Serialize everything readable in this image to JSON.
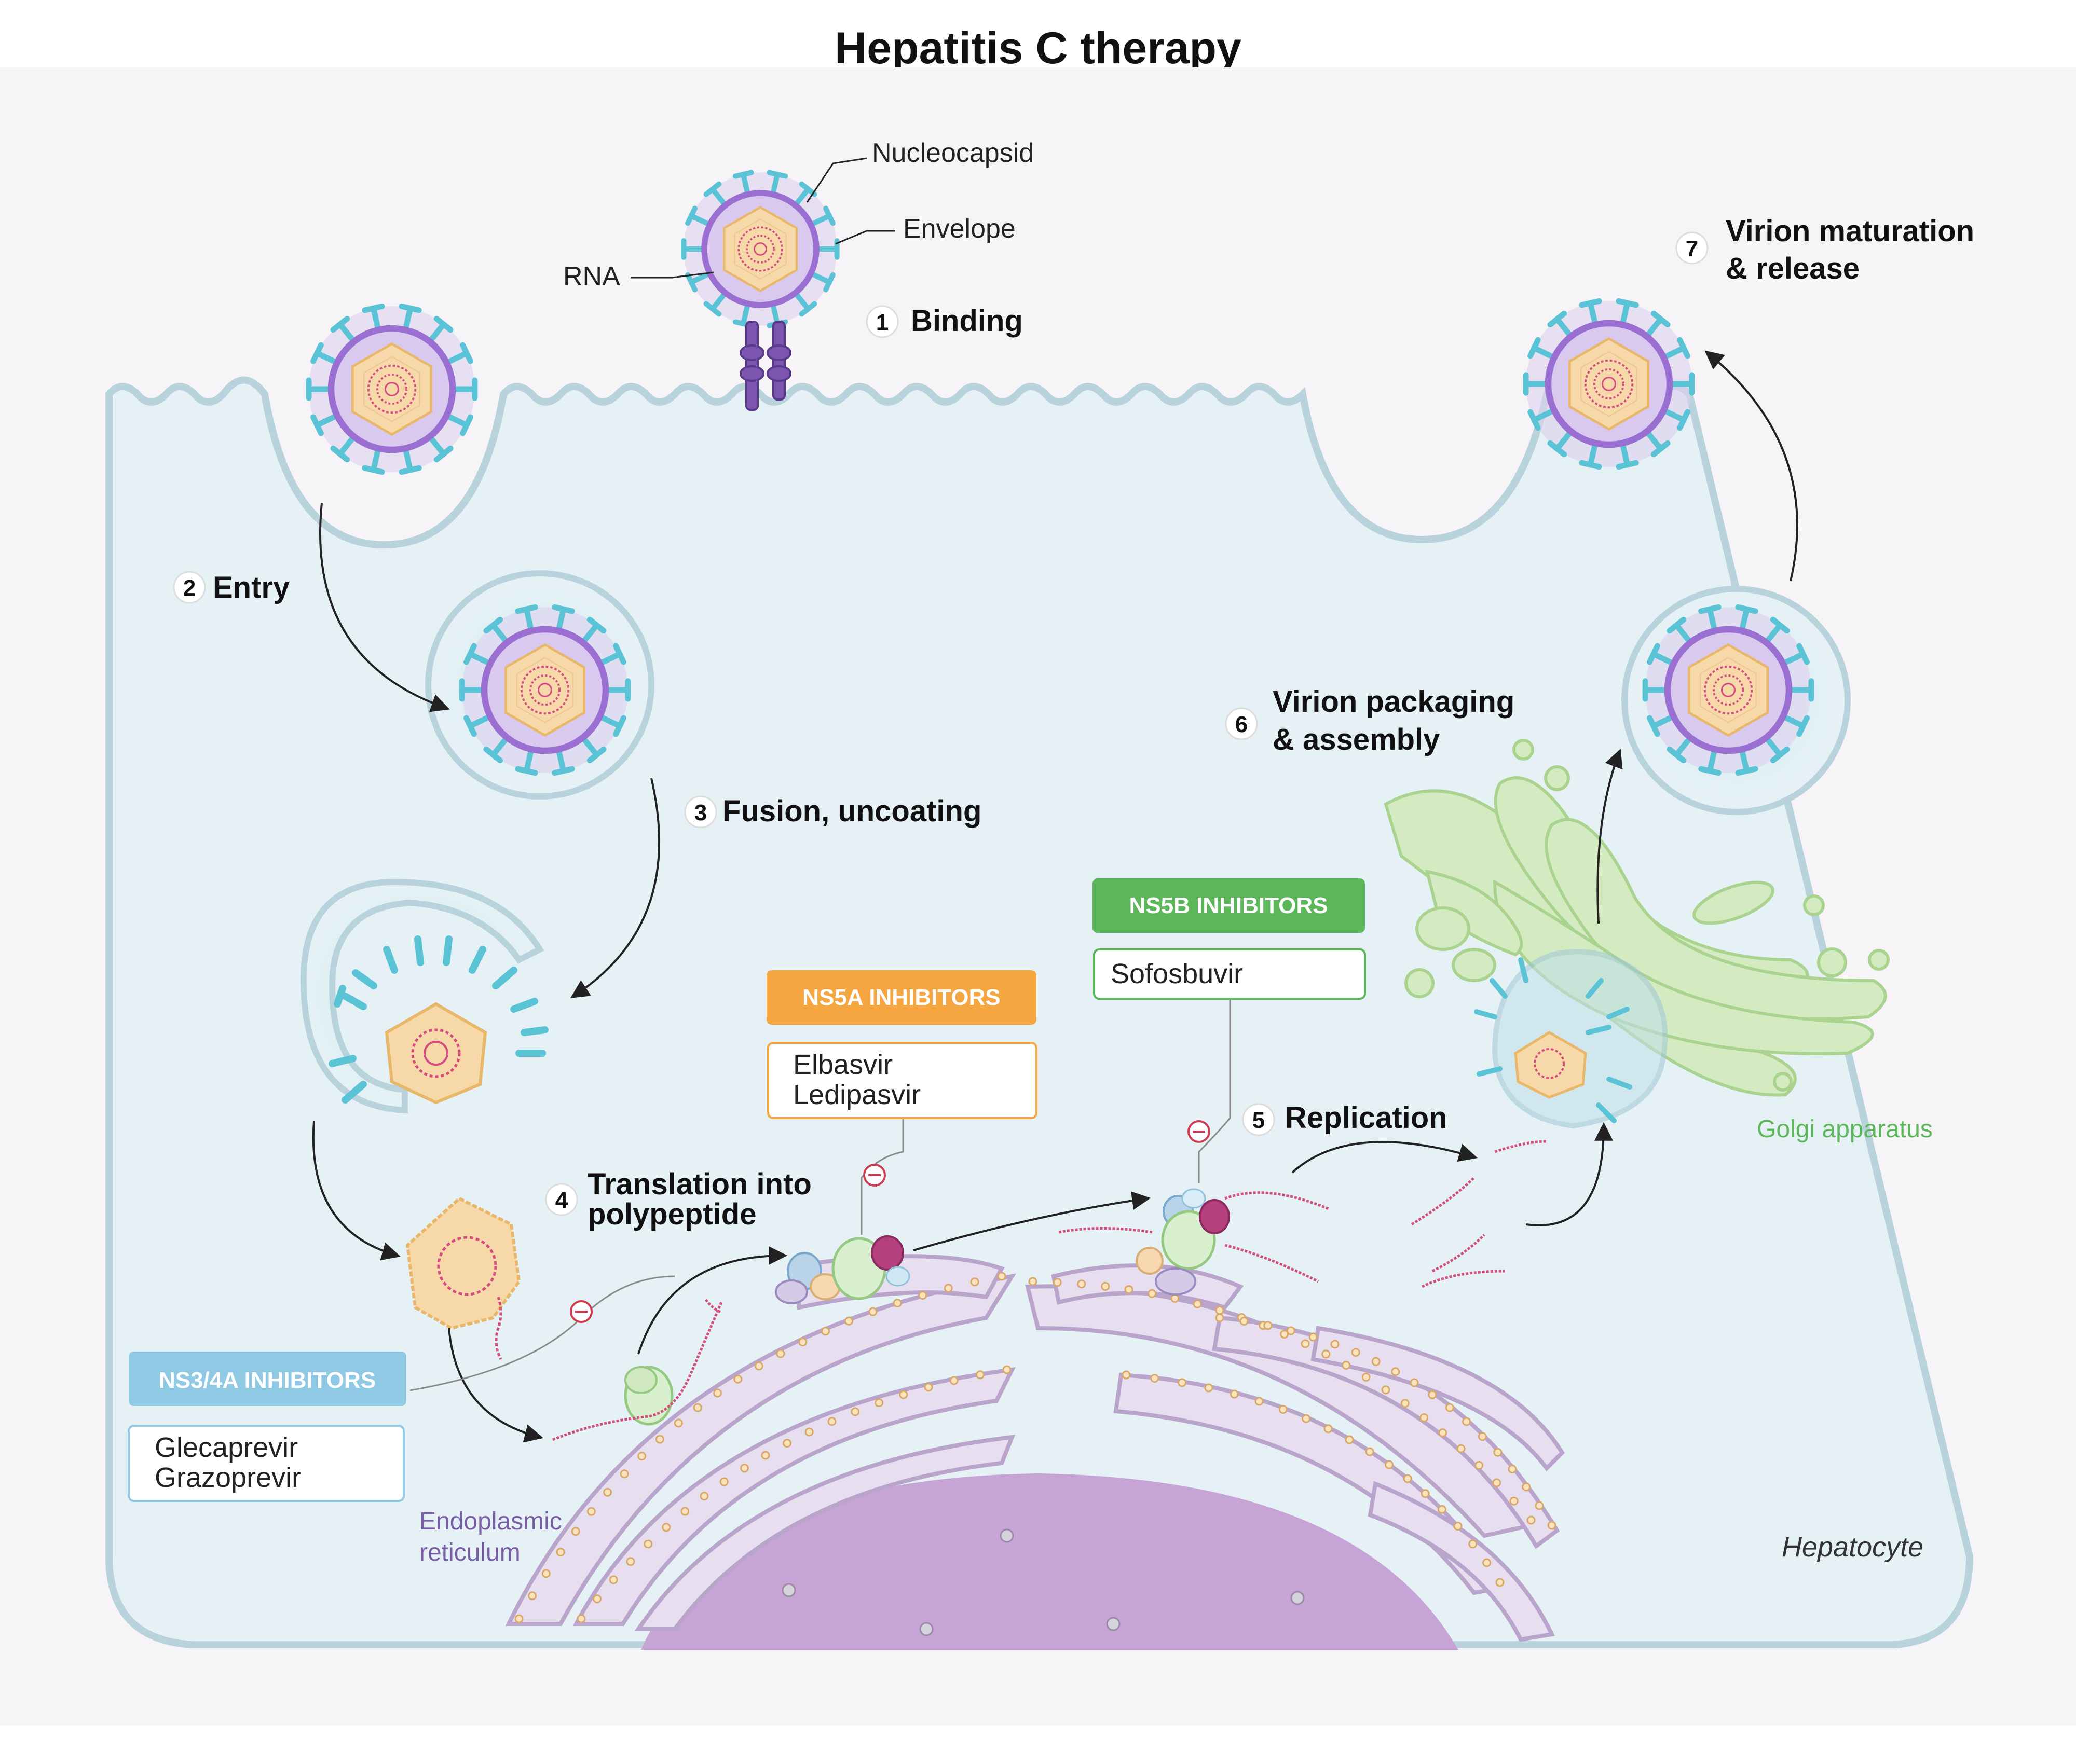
{
  "title": "Hepatitis C therapy",
  "virion_labels": {
    "nucleocapsid": "Nucleocapsid",
    "envelope": "Envelope",
    "rna": "RNA"
  },
  "steps": [
    {
      "number": "1",
      "label": "Binding"
    },
    {
      "number": "2",
      "label": "Entry"
    },
    {
      "number": "3",
      "label": "Fusion, uncoating"
    },
    {
      "number": "4",
      "line1": "Translation into",
      "line2": "polypeptide"
    },
    {
      "number": "5",
      "label": "Replication"
    },
    {
      "number": "6",
      "line1": "Virion packaging",
      "line2": "& assembly"
    },
    {
      "number": "7",
      "line1": "Virion maturation",
      "line2": "& release"
    }
  ],
  "inhibitors": {
    "ns3": {
      "header": "NS3/4A INHIBITORS",
      "drugs": [
        "Glecaprevir",
        "Grazoprevir"
      ],
      "color": "#8fc9e3"
    },
    "ns5a": {
      "header": "NS5A INHIBITORS",
      "drugs": [
        "Elbasvir",
        "Ledipasvir"
      ],
      "color": "#f5a640"
    },
    "ns5b": {
      "header": "NS5B INHIBITORS",
      "drugs": [
        "Sofosbuvir"
      ],
      "color": "#5cb65a"
    }
  },
  "organelles": {
    "er_line1": "Endoplasmic",
    "er_line2": "reticulum",
    "golgi": "Golgi apparatus",
    "cell": "Hepatocyte"
  },
  "colors": {
    "cytoplasm": "#e5f1f5",
    "membrane": "#b9d3dc",
    "nucleus": "#c6a4d6",
    "er": "#e7dff0",
    "golgi": "#d4ebc2",
    "envelope": "#9b6fd1",
    "spike": "#5bc3d6",
    "capsid": "#f7d8a8",
    "rna": "#d44c80",
    "inhibit": "#d03a50"
  }
}
